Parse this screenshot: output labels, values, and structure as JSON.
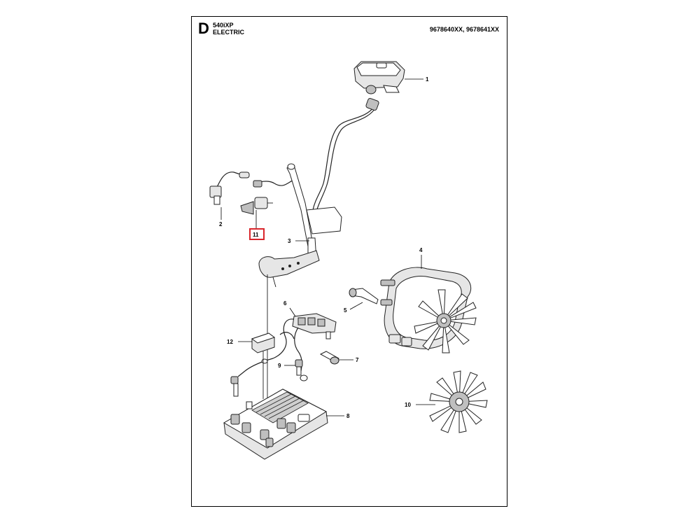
{
  "header": {
    "section_letter": "D",
    "model": "540iXP",
    "section_title": "ELECTRIC",
    "part_numbers": "9678640XX, 9678641XX"
  },
  "callouts": [
    "1",
    "2",
    "3",
    "4",
    "5",
    "6",
    "7",
    "8",
    "9",
    "10",
    "11",
    "12"
  ],
  "highlight_color": "#d9262c"
}
